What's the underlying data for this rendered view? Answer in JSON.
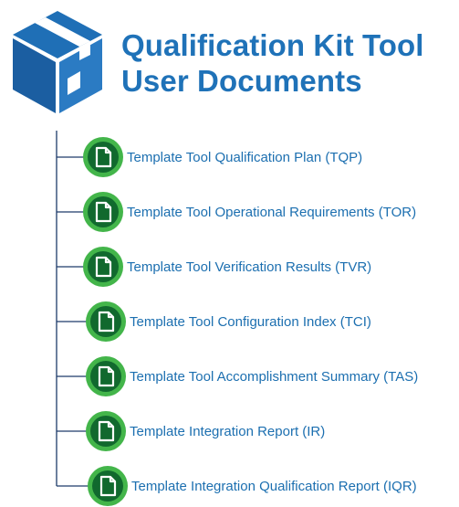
{
  "header": {
    "title_line1": "Qualification Kit Tool",
    "title_line2": "User Documents",
    "icon": "package-box-icon"
  },
  "colors": {
    "title": "#1f72b8",
    "box_dark": "#1b5ea1",
    "box_light": "#2b7bc3",
    "badge_outer": "#43b54a",
    "badge_inner": "#11692e",
    "link_text": "#1c6fb0",
    "tree_line": "#1d3b6a"
  },
  "documents": [
    {
      "label": "Template Tool Qualification Plan (TQP)",
      "icon": "document-icon"
    },
    {
      "label": "Template Tool Operational Requirements (TOR)",
      "icon": "document-icon"
    },
    {
      "label": "Template Tool Verification Results (TVR)",
      "icon": "document-icon"
    },
    {
      "label": "Template Tool Configuration Index (TCI)",
      "icon": "document-icon"
    },
    {
      "label": "Template Tool Accomplishment Summary (TAS)",
      "icon": "document-icon"
    },
    {
      "label": "Template Integration Report (IR)",
      "icon": "document-icon"
    },
    {
      "label": "Template Integration Qualification Report (IQR)",
      "icon": "document-icon"
    }
  ]
}
